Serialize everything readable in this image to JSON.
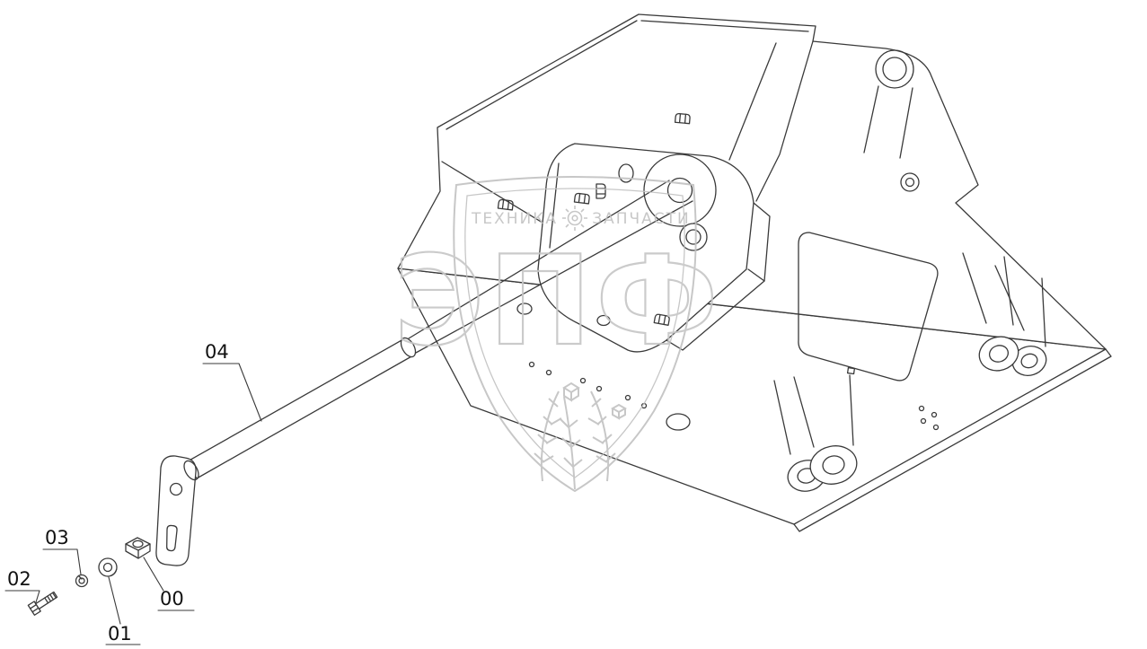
{
  "parts": {
    "p00": {
      "label": "00"
    },
    "p01": {
      "label": "01"
    },
    "p02": {
      "label": "02"
    },
    "p03": {
      "label": "03"
    },
    "p04": {
      "label": "04"
    }
  },
  "watermark": {
    "top_left": "ТЕХНИКА",
    "top_right": "ЗАПЧАСТИ",
    "brand": "ЭПФ"
  },
  "colors": {
    "line": "#3a3a3a",
    "watermark": "#c2c2c2",
    "label": "#111111",
    "background": "#ffffff"
  }
}
